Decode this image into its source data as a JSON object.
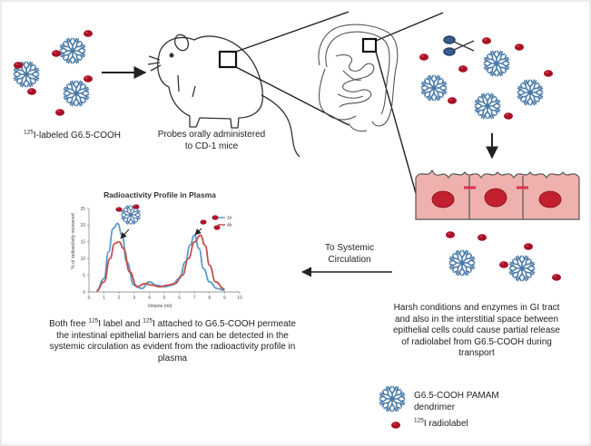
{
  "labels": {
    "probe_label": {
      "sup": "125",
      "text": "I-labeled G6.5-COOH"
    },
    "probes_administered": "Probes orally administered\nto CD-1 mice",
    "to_systemic": "To Systemic\nCirculation",
    "harsh_conditions": "Harsh conditions and enzymes in GI tract\nand also in the interstitial space between\nepithelial cells could cause partial release\nof radiolabel from G6.5-COOH during\ntransport",
    "both_free": {
      "part1": "Both free ",
      "sup1": "125",
      "part2": "I label and ",
      "sup2": "125",
      "part3": "I attached to G6.5-COOH permeate\nthe intestinal epithelial barriers and can be detected in the\nsystemic circulation as evident from the radioactivity profile in\nplasma"
    }
  },
  "legend": {
    "dendrimer": "G6.5-COOH PAMAM\ndendrimer",
    "radiolabel": {
      "sup": "125",
      "text": "I radiolabel"
    }
  },
  "colors": {
    "dendrimer": "#4a7aa8",
    "radiolabel": "#a80f25",
    "cell_fill": "#efb1ad",
    "cell_nucleus": "#c3202f",
    "arrow": "#222222",
    "series_1h": "#5b9bc9",
    "series_4h": "#c0504d"
  },
  "icons": [
    "mouse-icon",
    "intestine-icon",
    "scissors-icon",
    "dendrimer-icon",
    "radiolabel-icon",
    "epithelial-cells-icon"
  ],
  "chart_data": {
    "type": "line",
    "title": "Radioactivity Profile in Plasma",
    "xlabel": "Volume (ml)",
    "ylabel": "% of radioactivity recovered",
    "xlim": [
      0,
      10
    ],
    "ylim": [
      0,
      25
    ],
    "xticks": [
      0,
      1,
      2,
      3,
      4,
      5,
      6,
      7,
      8,
      9,
      10
    ],
    "yticks": [
      0,
      5,
      10,
      15,
      20,
      25
    ],
    "legend_position": "top-right",
    "series": [
      {
        "name": "1h",
        "x": [
          0.5,
          1.0,
          1.3,
          1.6,
          1.9,
          2.2,
          2.5,
          3.0,
          3.5,
          4.0,
          4.5,
          5.0,
          5.5,
          6.0,
          6.4,
          6.7,
          7.0,
          7.3,
          7.6,
          8.0,
          8.5,
          9.0
        ],
        "y": [
          0.3,
          4,
          12,
          19,
          20.5,
          17,
          9,
          2,
          1,
          3,
          2,
          1.5,
          2,
          4,
          9,
          14,
          17,
          13,
          7,
          3,
          1,
          0.5
        ]
      },
      {
        "name": "4h",
        "x": [
          0.5,
          1.0,
          1.4,
          1.7,
          2.0,
          2.3,
          2.7,
          3.2,
          3.7,
          4.2,
          4.7,
          5.2,
          5.7,
          6.2,
          6.6,
          7.0,
          7.4,
          7.7,
          8.0,
          8.4,
          9.0
        ],
        "y": [
          0.3,
          3,
          10,
          14.5,
          15,
          13,
          6,
          1.5,
          2.5,
          2,
          1.5,
          2,
          2.5,
          5,
          10,
          15,
          17,
          14,
          8,
          3,
          0.8
        ]
      }
    ]
  }
}
